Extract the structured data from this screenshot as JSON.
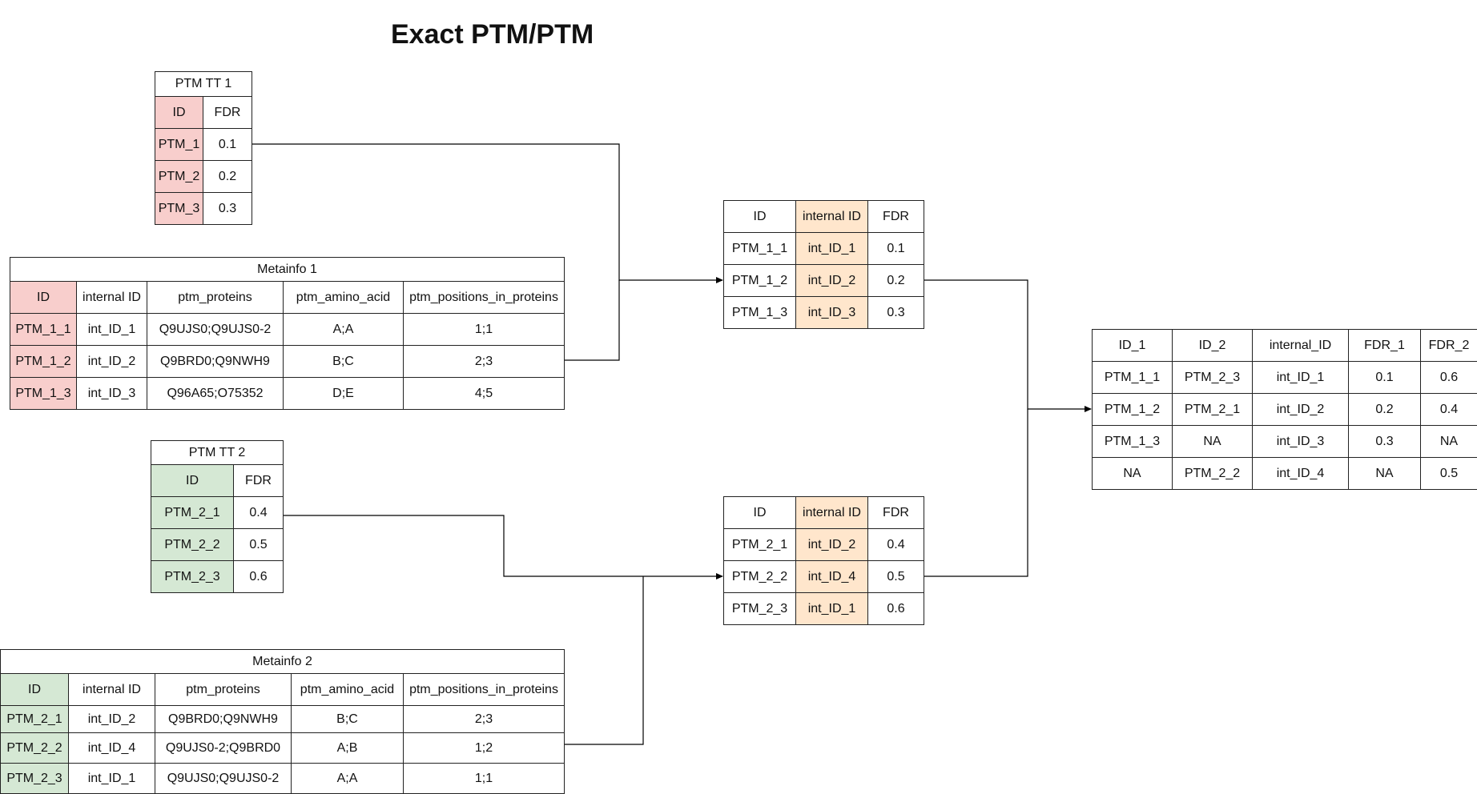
{
  "title": "Exact PTM/PTM",
  "tables": {
    "ptm_tt1": {
      "caption": "PTM TT 1",
      "header": [
        "ID",
        "FDR"
      ],
      "rows": [
        [
          "PTM_1",
          "0.1"
        ],
        [
          "PTM_2",
          "0.2"
        ],
        [
          "PTM_3",
          "0.3"
        ]
      ]
    },
    "meta1": {
      "caption": "Metainfo 1",
      "header": [
        "ID",
        "internal ID",
        "ptm_proteins",
        "ptm_amino_acid",
        "ptm_positions_in_proteins"
      ],
      "rows": [
        [
          "PTM_1_1",
          "int_ID_1",
          "Q9UJS0;Q9UJS0-2",
          "A;A",
          "1;1"
        ],
        [
          "PTM_1_2",
          "int_ID_2",
          "Q9BRD0;Q9NWH9",
          "B;C",
          "2;3"
        ],
        [
          "PTM_1_3",
          "int_ID_3",
          "Q96A65;O75352",
          "D;E",
          "4;5"
        ]
      ]
    },
    "ptm_tt2": {
      "caption": "PTM TT 2",
      "header": [
        "ID",
        "FDR"
      ],
      "rows": [
        [
          "PTM_2_1",
          "0.4"
        ],
        [
          "PTM_2_2",
          "0.5"
        ],
        [
          "PTM_2_3",
          "0.6"
        ]
      ]
    },
    "meta2": {
      "caption": "Metainfo 2",
      "header": [
        "ID",
        "internal ID",
        "ptm_proteins",
        "ptm_amino_acid",
        "ptm_positions_in_proteins"
      ],
      "rows": [
        [
          "PTM_2_1",
          "int_ID_2",
          "Q9BRD0;Q9NWH9",
          "B;C",
          "2;3"
        ],
        [
          "PTM_2_2",
          "int_ID_4",
          "Q9UJS0-2;Q9BRD0",
          "A;B",
          "1;2"
        ],
        [
          "PTM_2_3",
          "int_ID_1",
          "Q9UJS0;Q9UJS0-2",
          "A;A",
          "1;1"
        ]
      ]
    },
    "mid1": {
      "header": [
        "ID",
        "internal ID",
        "FDR"
      ],
      "rows": [
        [
          "PTM_1_1",
          "int_ID_1",
          "0.1"
        ],
        [
          "PTM_1_2",
          "int_ID_2",
          "0.2"
        ],
        [
          "PTM_1_3",
          "int_ID_3",
          "0.3"
        ]
      ]
    },
    "mid2": {
      "header": [
        "ID",
        "internal ID",
        "FDR"
      ],
      "rows": [
        [
          "PTM_2_1",
          "int_ID_2",
          "0.4"
        ],
        [
          "PTM_2_2",
          "int_ID_4",
          "0.5"
        ],
        [
          "PTM_2_3",
          "int_ID_1",
          "0.6"
        ]
      ]
    },
    "result": {
      "header": [
        "ID_1",
        "ID_2",
        "internal_ID",
        "FDR_1",
        "FDR_2"
      ],
      "rows": [
        [
          "PTM_1_1",
          "PTM_2_3",
          "int_ID_1",
          "0.1",
          "0.6"
        ],
        [
          "PTM_1_2",
          "PTM_2_1",
          "int_ID_2",
          "0.2",
          "0.4"
        ],
        [
          "PTM_1_3",
          "NA",
          "int_ID_3",
          "0.3",
          "NA"
        ],
        [
          "NA",
          "PTM_2_2",
          "int_ID_4",
          "NA",
          "0.5"
        ]
      ]
    }
  },
  "colors": {
    "red_fill": "#f8cecc",
    "green_fill": "#d5e8d4",
    "orange_fill": "#ffe6cc",
    "line": "#000000"
  }
}
